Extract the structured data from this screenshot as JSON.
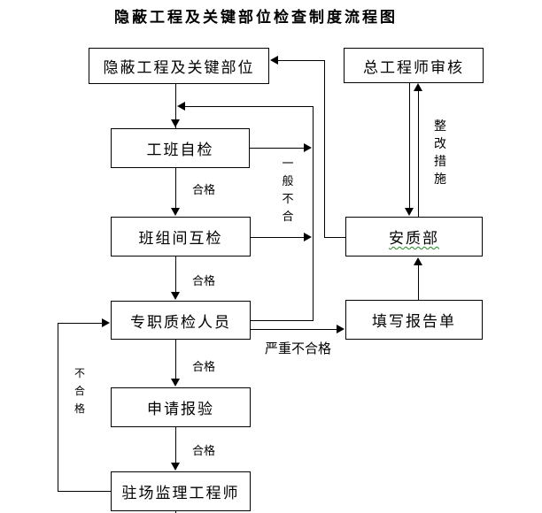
{
  "title": "隐蔽工程及关键部位检查制度流程图",
  "flowchart": {
    "nodes": {
      "hidden_works": "隐蔽工程及关键部位",
      "chief_engineer_review": "总工程师审核",
      "team_self_check": "工班自检",
      "inter_team_check": "班组间互检",
      "quality_inspector": "专职质检人员",
      "safety_quality_dept": "安质部",
      "fill_report": "填写报告单",
      "apply_inspection": "申请报验",
      "site_supervisor": "驻场监理工程师"
    },
    "labels": {
      "pass_1": "合格",
      "pass_2": "合格",
      "pass_3": "合格",
      "pass_4": "合格",
      "general_fail_vertical": "一般不合",
      "severe_fail": "严重不合格",
      "rectification_vertical": "整改措施",
      "fail_vertical": "不合格"
    },
    "colors": {
      "line": "#000000",
      "text": "#000000",
      "squiggle_underline": "#1d8a1d",
      "background": "#ffffff"
    }
  }
}
